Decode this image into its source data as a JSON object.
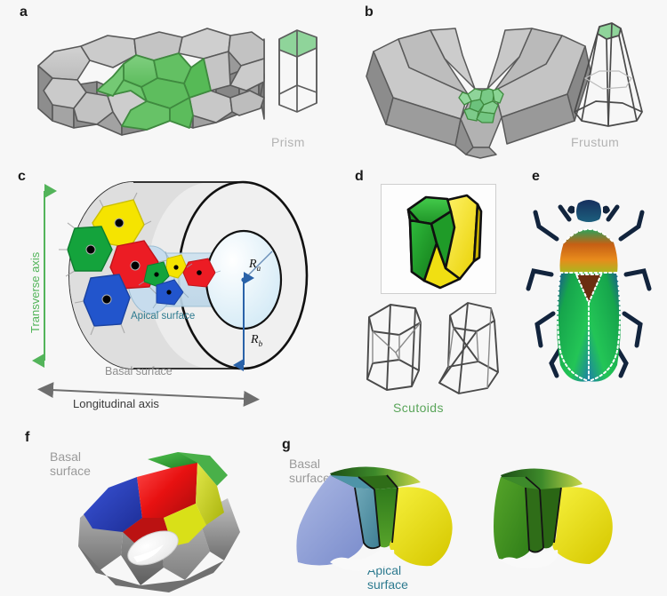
{
  "figure": {
    "background": "#f7f7f7",
    "panels": [
      {
        "id": "a",
        "letter": "a"
      },
      {
        "id": "b",
        "letter": "b"
      },
      {
        "id": "c",
        "letter": "c"
      },
      {
        "id": "d",
        "letter": "d"
      },
      {
        "id": "e",
        "letter": "e"
      },
      {
        "id": "f",
        "letter": "f"
      },
      {
        "id": "g",
        "letter": "g"
      }
    ]
  },
  "panel_a": {
    "letter": "a",
    "caption": "Prism",
    "caption_color": "#b3b3b3",
    "description": "Flat epithelial tissue of packed prism cells, central cells highlighted green",
    "cell_fill_highlight": "#6cc36c",
    "cell_fill_neutral": "#c6c6c6",
    "cell_side_dark": "#8f8f8f",
    "outline": "#595959"
  },
  "panel_b": {
    "letter": "b",
    "caption": "Frustum",
    "caption_color": "#b3b3b3",
    "description": "Curved epithelial tissue of frustum cells converging at an apical point, apical cells green",
    "cell_fill_highlight": "#7ec98a",
    "cell_fill_neutral": "#c6c6c6",
    "cell_side_dark": "#8f8f8f",
    "outline": "#595959"
  },
  "panel_c": {
    "letter": "c",
    "axis_transverse": "Transverse axis",
    "axis_longitudinal": "Longitudinal axis",
    "label_apical": "Apical surface",
    "label_basal": "Basal surface",
    "radius_apical": "R",
    "radius_apical_sub": "a",
    "radius_basal": "R",
    "radius_basal_sub": "b",
    "transverse_color": "#53b45a",
    "longitudinal_color": "#3a3a3a",
    "apical_color": "#2d7a8f",
    "basal_color": "#8e8e8e",
    "cells": [
      {
        "name": "cell-yellow",
        "color": "#f5e400"
      },
      {
        "name": "cell-green",
        "color": "#14a33c"
      },
      {
        "name": "cell-red",
        "color": "#ec1c24"
      },
      {
        "name": "cell-blue",
        "color": "#2255cc"
      }
    ],
    "nucleus_color": "#000000"
  },
  "panel_d": {
    "letter": "d",
    "caption": "Scutoids",
    "caption_color": "#5aa55a",
    "solid_cells": [
      {
        "name": "scutoid-green",
        "color": "#1f9b2e"
      },
      {
        "name": "scutoid-yellow",
        "color": "#f2e000"
      }
    ],
    "wireframes": 2,
    "outline": "#4a4a4a"
  },
  "panel_e": {
    "letter": "e",
    "description": "Dorsal view photograph of an iridescent green-blue scarab beetle with orange pronotum; white dotted lines trace the scutellum and elytra borders",
    "body_colors": [
      "#1fbf4a",
      "#19a0c8",
      "#1b3f8f",
      "#e8731a"
    ],
    "dotted_outline_color": "#ffffff"
  },
  "panel_f": {
    "letter": "f",
    "label_basal": "Basal\nsurface",
    "label_basal_line1": "Basal",
    "label_basal_line2": "surface",
    "basal_color": "#8e8e8e",
    "cells": [
      {
        "name": "cell-green",
        "color": "#2faa38"
      },
      {
        "name": "cell-red",
        "color": "#e41f1f"
      },
      {
        "name": "cell-blue",
        "color": "#2a3fc4"
      },
      {
        "name": "cell-yellow",
        "color": "#cfd415"
      },
      {
        "name": "cell-gray",
        "color": "#9d9d9d"
      }
    ],
    "lumen_color": "#ffffff"
  },
  "panel_g": {
    "letter": "g",
    "label_basal_line1": "Basal",
    "label_basal_line2": "surface",
    "label_apical_line1": "Apical",
    "label_apical_line2": "surface",
    "basal_color": "#8e8e8e",
    "apical_color": "#2d7a8f",
    "wedges": [
      {
        "name": "wedge-left",
        "cells": [
          {
            "name": "cell-blue",
            "color": "#8d9ed8"
          },
          {
            "name": "cell-teal",
            "color": "#4e94a8"
          },
          {
            "name": "cell-green",
            "color": "#3f8c23"
          },
          {
            "name": "cell-yellow",
            "color": "#e8e000"
          }
        ]
      },
      {
        "name": "wedge-right",
        "cells": [
          {
            "name": "cell-green",
            "color": "#4f9e20"
          },
          {
            "name": "cell-dark-green",
            "color": "#2f6d18"
          },
          {
            "name": "cell-yellow",
            "color": "#e8e000"
          }
        ]
      }
    ],
    "basal_band_color": "#1f5c1c"
  }
}
